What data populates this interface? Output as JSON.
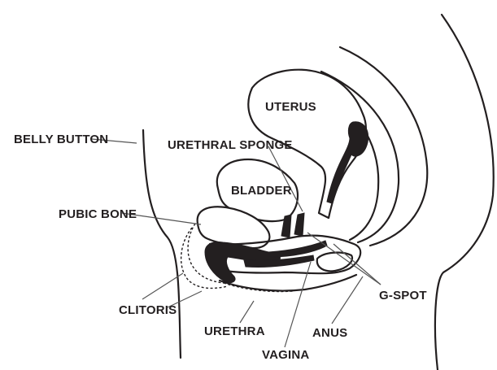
{
  "labels": {
    "belly_button": "BELLY BUTTON",
    "uterus": "UTERUS",
    "urethral_sponge": "URETHRAL SPONGE",
    "bladder": "BLADDER",
    "pubic_bone": "PUBIC BONE",
    "clitoris": "CLITORIS",
    "urethra": "URETHRA",
    "vagina": "VAGINA",
    "anus": "ANUS",
    "g_spot": "G-SPOT"
  },
  "colors": {
    "ink": "#231f20",
    "leader": "#555555",
    "background": "#ffffff"
  }
}
